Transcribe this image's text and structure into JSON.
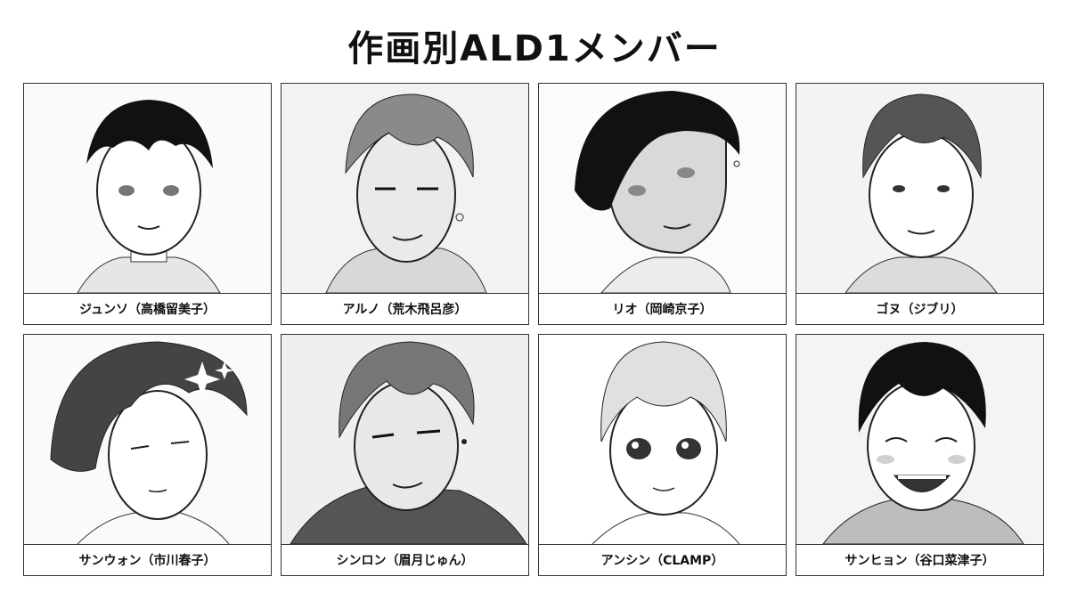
{
  "page": {
    "title": "作画別ALD1メンバー"
  },
  "members": [
    {
      "caption": "ジュンソ（高橋留美子）"
    },
    {
      "caption": "アルノ（荒木飛呂彦）"
    },
    {
      "caption": "リオ（岡崎京子）"
    },
    {
      "caption": "ゴヌ（ジブリ）"
    },
    {
      "caption": "サンウォン（市川春子）"
    },
    {
      "caption": "シンロン（眉月じゅん）"
    },
    {
      "caption": "アンシン（CLAMP）"
    },
    {
      "caption": "サンヒョン（谷口菜津子）"
    }
  ]
}
